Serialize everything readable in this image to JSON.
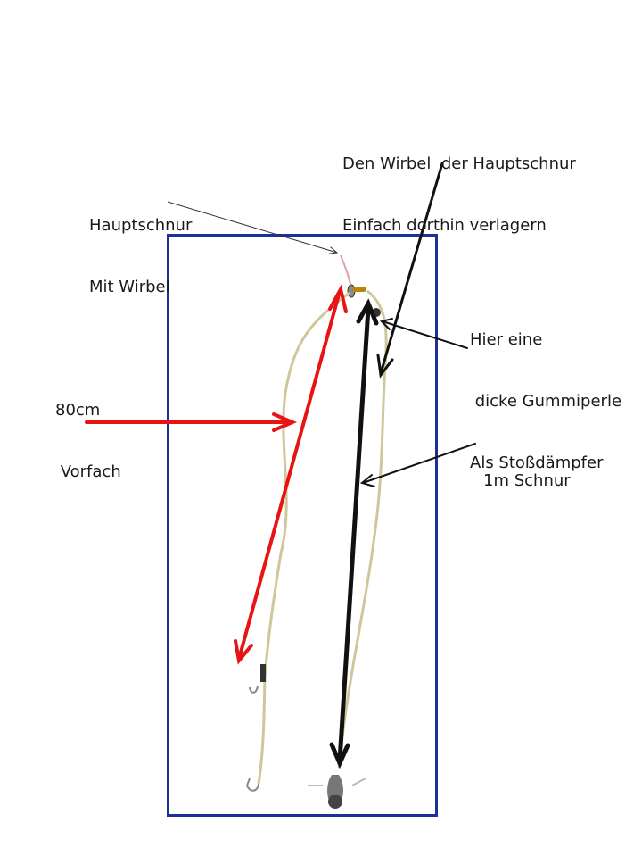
{
  "annotations": {
    "swivel_note": {
      "line1": "Den Wirbel  der Hauptschnur",
      "line2": "Einfach dorthin verlagern"
    },
    "main_line": {
      "line1": "Hauptschnur",
      "line2": "Mit Wirbel"
    },
    "bead": {
      "line1": "Hier eine",
      "line2": " dicke Gummiperle",
      "line3": "Als Stoßdämpfer"
    },
    "leader": {
      "line1": "80cm",
      "line2": " Vorfach"
    },
    "line_length": {
      "line1": "1m Schnur"
    }
  },
  "colors": {
    "frame": "#1f2f9a",
    "red_arrow": "#e81414",
    "black_arrow": "#111111",
    "line": "#cfc79a",
    "text": "#1a1a1a"
  }
}
